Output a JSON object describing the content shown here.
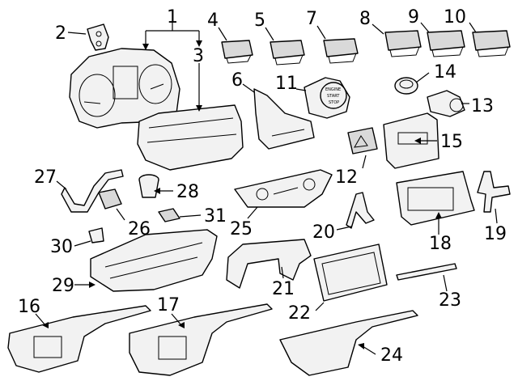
{
  "callouts": [
    {
      "id": "1",
      "label": "1"
    },
    {
      "id": "2",
      "label": "2"
    },
    {
      "id": "3",
      "label": "3"
    },
    {
      "id": "4",
      "label": "4"
    },
    {
      "id": "5",
      "label": "5"
    },
    {
      "id": "6",
      "label": "6"
    },
    {
      "id": "7",
      "label": "7"
    },
    {
      "id": "8",
      "label": "8"
    },
    {
      "id": "9",
      "label": "9"
    },
    {
      "id": "10",
      "label": "10"
    },
    {
      "id": "11",
      "label": "11"
    },
    {
      "id": "12",
      "label": "12"
    },
    {
      "id": "13",
      "label": "13"
    },
    {
      "id": "14",
      "label": "14"
    },
    {
      "id": "15",
      "label": "15"
    },
    {
      "id": "16",
      "label": "16"
    },
    {
      "id": "17",
      "label": "17"
    },
    {
      "id": "18",
      "label": "18"
    },
    {
      "id": "19",
      "label": "19"
    },
    {
      "id": "20",
      "label": "20"
    },
    {
      "id": "21",
      "label": "21"
    },
    {
      "id": "22",
      "label": "22"
    },
    {
      "id": "23",
      "label": "23"
    },
    {
      "id": "24",
      "label": "24"
    },
    {
      "id": "25",
      "label": "25"
    },
    {
      "id": "26",
      "label": "26"
    },
    {
      "id": "27",
      "label": "27"
    },
    {
      "id": "28",
      "label": "28"
    },
    {
      "id": "29",
      "label": "29"
    },
    {
      "id": "30",
      "label": "30"
    },
    {
      "id": "31",
      "label": "31"
    }
  ],
  "start_button": {
    "line1": "ENGINE",
    "line2": "START",
    "line3": "STOP"
  }
}
